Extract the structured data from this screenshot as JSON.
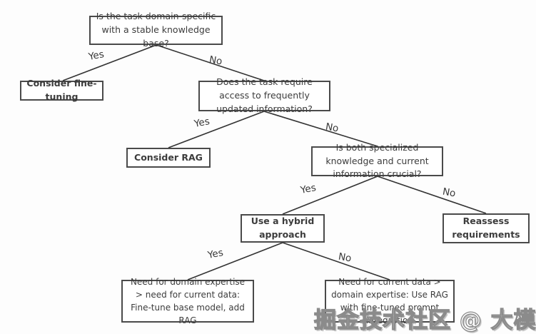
{
  "diagram": {
    "type": "decision-tree",
    "nodes": {
      "q1": "Is the task domain-specific with a stable knowledge base?",
      "finetune": "Consider fine-tuning",
      "q2": "Does the task require access to frequently updated information?",
      "rag": "Consider RAG",
      "q3": "Is both specialized knowledge and current information crucial?",
      "hybrid": "Use a hybrid approach",
      "reassess": "Reassess requirements",
      "domainfirst": "Need for domain expertise > need for current data: Fine-tune base model, add RAG",
      "currentfirst": "Need for current data > domain expertise: Use RAG with fine-tuned prompt integration"
    },
    "edge_labels": {
      "yes": "Yes",
      "no": "No"
    },
    "colors": {
      "node_border": "#4a4a4a",
      "node_text": "#3c3c3c",
      "edge_line": "#333333",
      "background": "#fdfdfd"
    }
  },
  "watermark": {
    "text": "掘金技术社区 @ 大模型开发"
  }
}
